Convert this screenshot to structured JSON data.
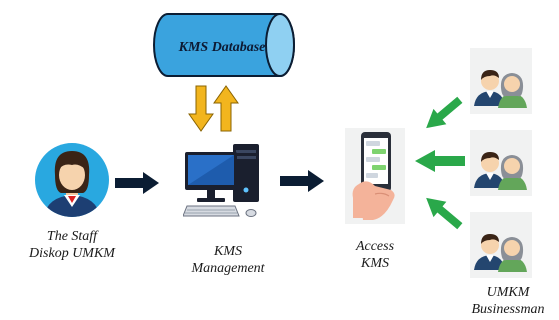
{
  "diagram": {
    "database": {
      "label": "KMS Database"
    },
    "staff": {
      "line1": "The Staff",
      "line2": "Diskop UMKM"
    },
    "management": {
      "line1": "KMS",
      "line2": "Management"
    },
    "access": {
      "line1": "Access",
      "line2": "KMS"
    },
    "businessman": {
      "line1": "UMKM",
      "line2": "Businessman"
    }
  },
  "colors": {
    "database_fill": "#3aa3de",
    "database_top": "#8fd0f2",
    "updown_arrows": "#f2b51e",
    "flow_arrows": "#0b1d33",
    "user_arrows": "#2aa84a",
    "staff_circle": "#29a8e0"
  },
  "icons": [
    "staff-avatar-icon",
    "computer-icon",
    "smartphone-icon",
    "users-icon"
  ]
}
